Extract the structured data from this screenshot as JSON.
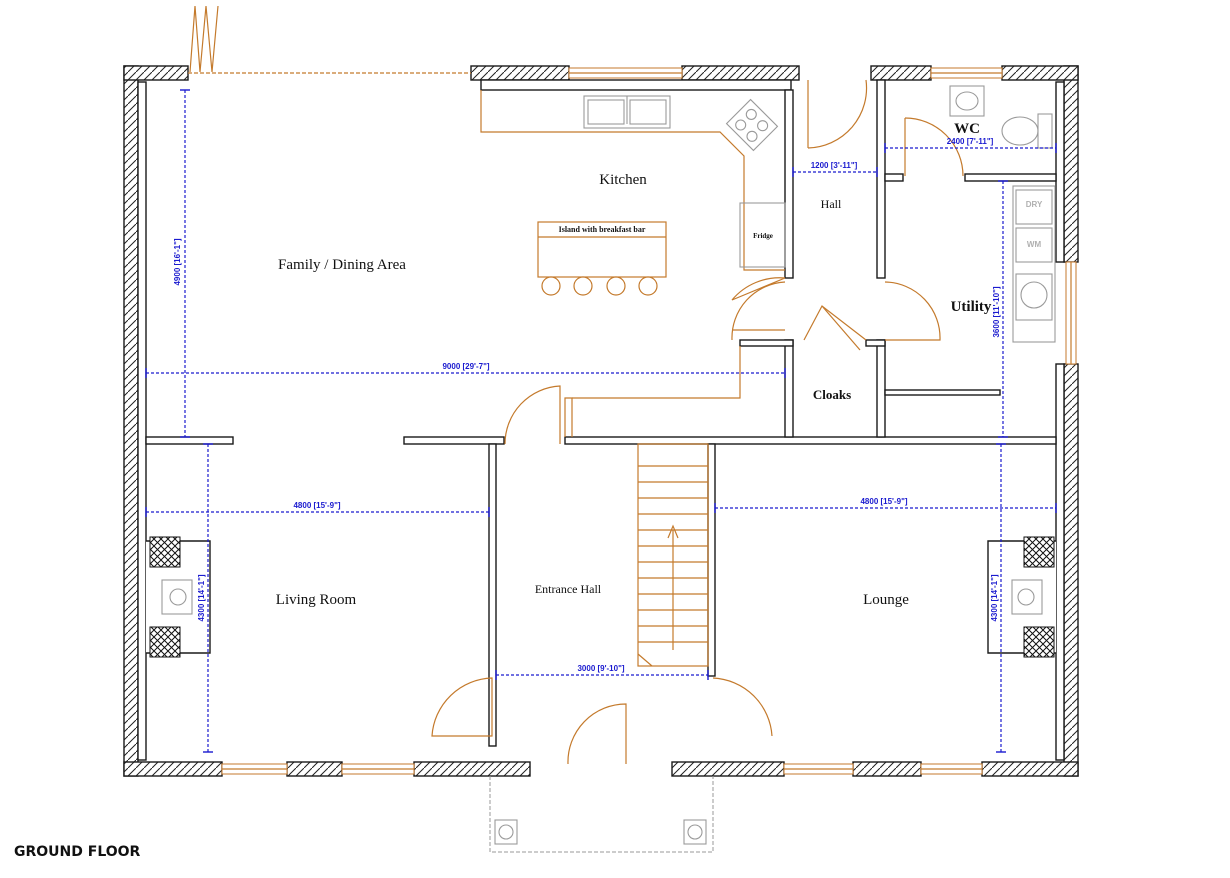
{
  "caption": "GROUND FLOOR",
  "rooms": {
    "kitchen": "Kitchen",
    "family": "Family / Dining Area",
    "hall": "Hall",
    "wc": "WC",
    "utility": "Utility",
    "cloaks": "Cloaks",
    "living": "Living Room",
    "entrance": "Entrance Hall",
    "lounge": "Lounge"
  },
  "fixtures": {
    "island": "Island with breakfast bar",
    "fridge": "Fridge",
    "dryer": "DRY",
    "washer": "WM"
  },
  "dimensions": {
    "family_depth": "4900 [16'-1\"]",
    "family_width": "9000 [29'-7\"]",
    "hall_width": "1200 [3'-11\"]",
    "wc_width": "2400 [7'-11\"]",
    "utility_depth": "3600 [11'-10\"]",
    "living_width": "4800 [15'-9\"]",
    "living_depth": "4300 [14'-1\"]",
    "entrance_width": "3000 [9'-10\"]",
    "lounge_width": "4800 [15'-9\"]",
    "lounge_depth": "4300 [14'-1\"]"
  }
}
